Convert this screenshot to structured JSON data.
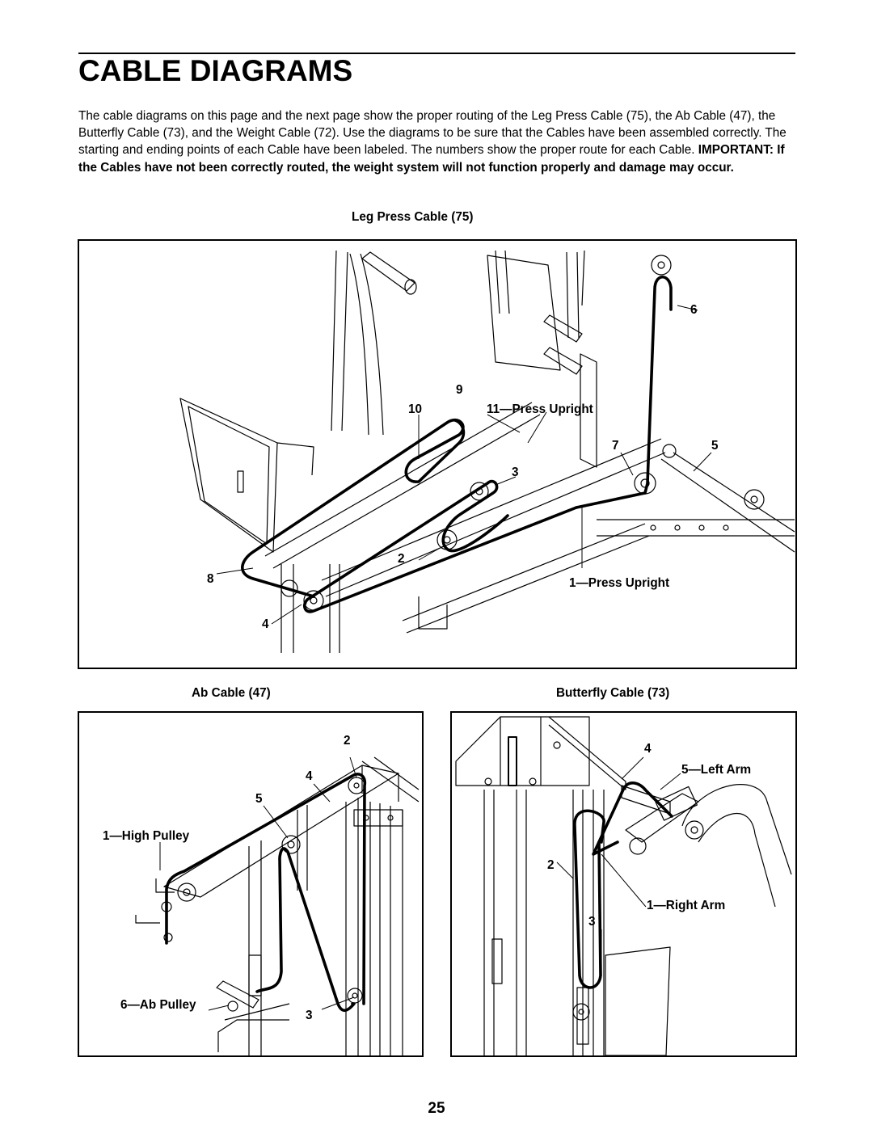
{
  "page": {
    "title": "CABLE DIAGRAMS",
    "intro_text": "The cable diagrams on this page and the next page show the proper routing of the Leg Press Cable (75), the Ab Cable (47), the Butterfly Cable (73), and the Weight Cable (72). Use the diagrams to be sure that the Cables have been assembled correctly. The starting and ending points of each Cable have been labeled. The numbers show the proper route for each Cable.",
    "intro_important": "IMPORTANT: If the Cables have not been correctly routed, the weight system will not function properly and damage may occur.",
    "page_number": "25"
  },
  "leg_press": {
    "caption": "Leg Press Cable (75)",
    "labels": {
      "l6": "6",
      "l9": "9",
      "l10": "10",
      "l11": "11—Press Upright",
      "l7": "7",
      "l5": "5",
      "l3": "3",
      "l2": "2",
      "l8": "8",
      "l1": "1—Press Upright",
      "l4": "4"
    }
  },
  "ab_cable": {
    "caption": "Ab Cable (47)",
    "labels": {
      "l2": "2",
      "l4": "4",
      "l5": "5",
      "l1": "1—High Pulley",
      "l6": "6—Ab Pulley",
      "l3": "3"
    }
  },
  "butterfly": {
    "caption": "Butterfly Cable (73)",
    "labels": {
      "l4": "4",
      "l5": "5—Left Arm",
      "l2": "2",
      "l1": "1—Right Arm",
      "l3": "3"
    }
  }
}
